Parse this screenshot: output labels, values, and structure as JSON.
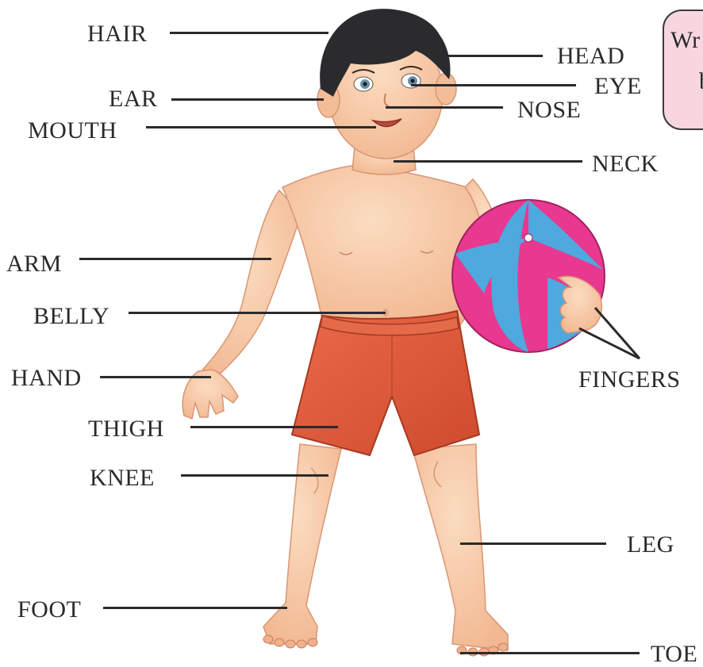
{
  "labels": {
    "hair": "HAIR",
    "head": "HEAD",
    "ear": "EAR",
    "eye": "EYE",
    "nose": "NOSE",
    "mouth": "MOUTH",
    "neck": "NECK",
    "arm": "ARM",
    "belly": "BELLY",
    "hand": "HAND",
    "fingers": "FINGERS",
    "thigh": "THIGH",
    "knee": "KNEE",
    "leg": "LEG",
    "foot": "FOOT",
    "toe": "TOE"
  },
  "note": {
    "line1": "Wr",
    "line2": "b"
  },
  "colors": {
    "skin": "#f7c9a6",
    "skin_shade": "#eeb08c",
    "hair": "#2b2b2e",
    "shorts": "#e0583a",
    "shorts_shade": "#c3472c",
    "ball_pink": "#e8388f",
    "ball_blue": "#4fa8de",
    "note_bg": "#f8d6e0"
  }
}
